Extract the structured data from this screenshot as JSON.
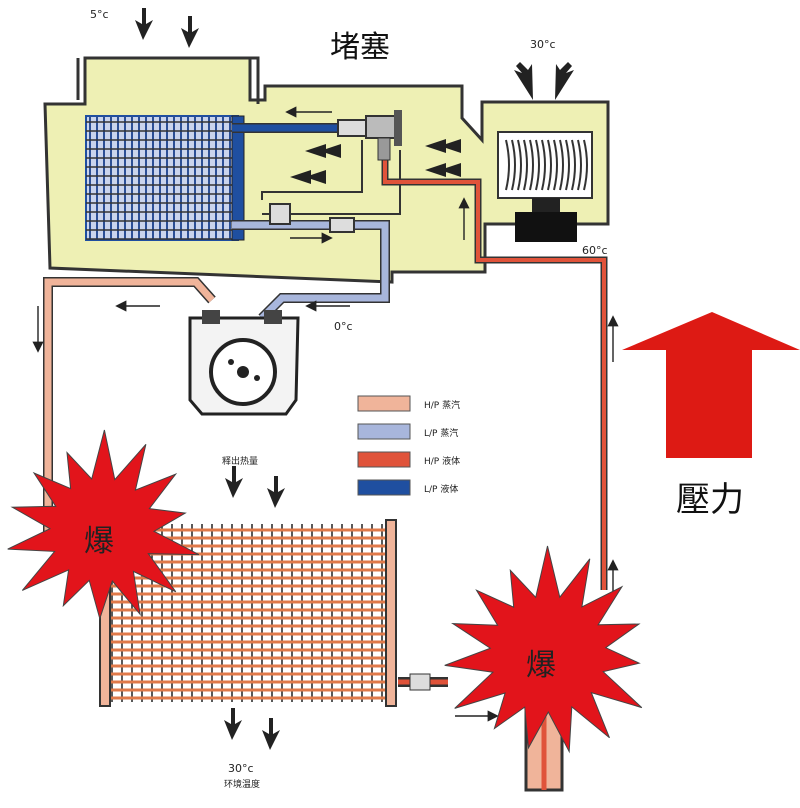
{
  "title": "堵塞",
  "pressure_label": "壓力",
  "burst_label": "爆",
  "temps": {
    "top_left": "5°c",
    "top_right": "30°c",
    "hot_outlet": "60°c",
    "suction": "0°c",
    "ambient": "30°c"
  },
  "notes": {
    "heat_release": "释出热量",
    "ambient_temp": "环境温度"
  },
  "legend": [
    {
      "label": "H/P 蒸汽",
      "color": "#f0b49a"
    },
    {
      "label": "L/P 蒸汽",
      "color": "#a8b6dc"
    },
    {
      "label": "H/P 液体",
      "color": "#e0533a"
    },
    {
      "label": "L/P 液体",
      "color": "#1f4fa0"
    }
  ],
  "colors": {
    "housing": "#eef0b4",
    "burst": "#e2141b",
    "pressure_arrow": "#dd1a14"
  }
}
